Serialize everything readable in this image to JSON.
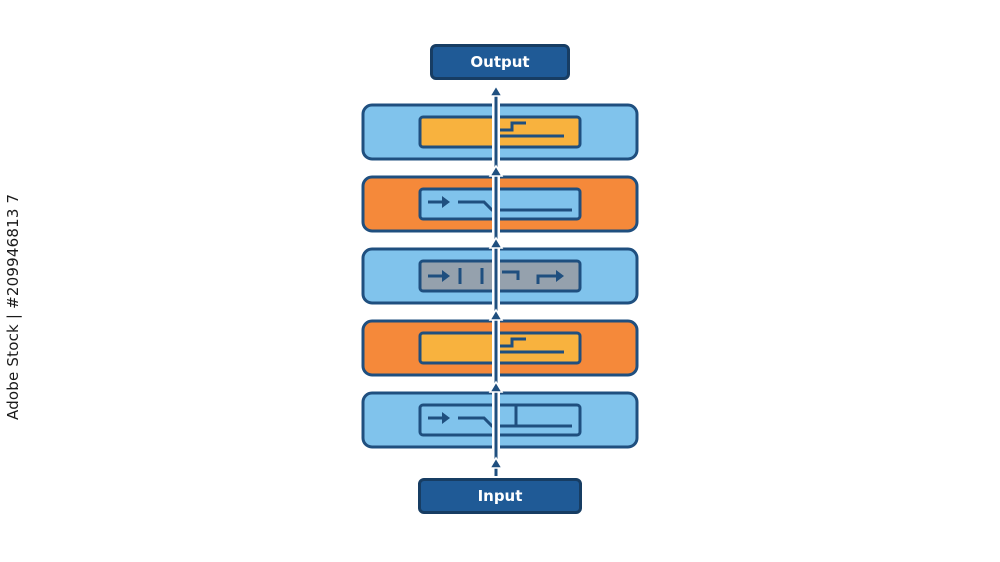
{
  "diagram": {
    "output_label": "Output",
    "input_label": "Input",
    "layers": [
      {
        "outer_color": "#80c3ec",
        "inner_color": "#f8b23e",
        "inner_icon": "merge-icon"
      },
      {
        "outer_color": "#f5893a",
        "inner_color": "#80c3ec",
        "inner_icon": "arrow-branch-icon"
      },
      {
        "outer_color": "#80c3ec",
        "inner_color": "#95a1ad",
        "inner_icon": "double-arrow-icon"
      },
      {
        "outer_color": "#f5893a",
        "inner_color": "#f8b23e",
        "inner_icon": "merge-icon"
      },
      {
        "outer_color": "#80c3ec",
        "inner_color": "#80c3ec",
        "inner_icon": "arrow-branch-icon"
      }
    ],
    "stroke_color": "#1f4f7f"
  },
  "watermark": {
    "text": "Adobe Stock | #209946813 7"
  }
}
